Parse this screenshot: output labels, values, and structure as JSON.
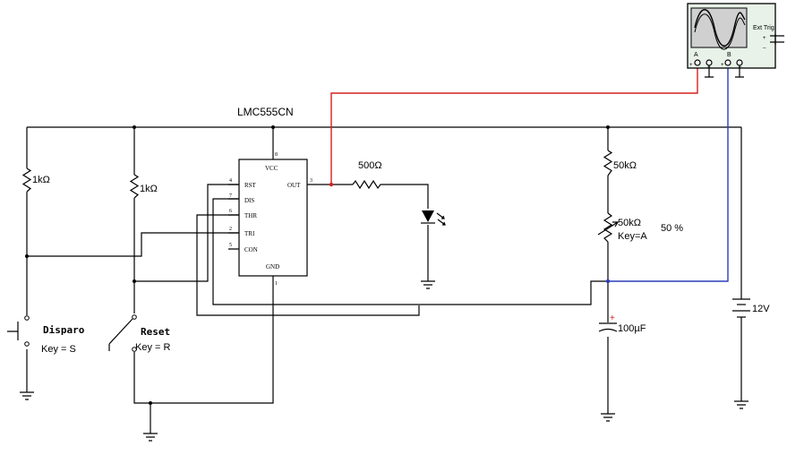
{
  "ic": {
    "part": "LMC555CN",
    "pins": {
      "vcc_label": "VCC",
      "vcc_num": "8",
      "rst_label": "RST",
      "rst_num": "4",
      "dis_label": "DIS",
      "dis_num": "7",
      "thr_label": "THR",
      "thr_num": "6",
      "tri_label": "TRI",
      "tri_num": "2",
      "con_label": "CON",
      "con_num": "5",
      "out_label": "OUT",
      "out_num": "3",
      "gnd_label": "GND",
      "gnd_num": "1"
    }
  },
  "components": {
    "r1": "1kΩ",
    "r2": "1kΩ",
    "r_out": "500Ω",
    "r_top": "50kΩ",
    "pot": "50kΩ",
    "pot_key": "Key=A",
    "pot_setting": "50 %",
    "cap": "100µF",
    "battery": "12V",
    "sw_disparo_name": "Disparo",
    "sw_disparo_key": "Key = S",
    "sw_reset_name": "Reset",
    "sw_reset_key": "Key = R"
  },
  "scope": {
    "ext_trig": "Ext Trig",
    "ch_a": "A",
    "ch_b": "B",
    "plus_a": "+",
    "minus_a": "_",
    "plus_b": "+",
    "minus_b": "_",
    "plus_ext": "+",
    "minus_ext": "_"
  },
  "colors": {
    "wire": "#000000",
    "probe_a": "#d42020",
    "probe_b": "#2a3fb8",
    "scope_body": "#e8f2e8",
    "scope_screen": "#cfd0cf",
    "cap_plus": "#d42020"
  }
}
